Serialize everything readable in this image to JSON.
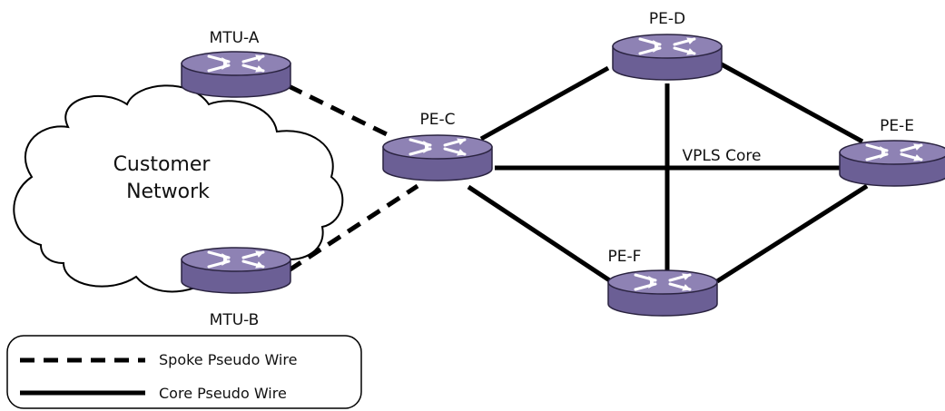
{
  "diagram": {
    "nodes": {
      "mtu_a": "MTU-A",
      "mtu_b": "MTU-B",
      "pe_c": "PE-C",
      "pe_d": "PE-D",
      "pe_e": "PE-E",
      "pe_f": "PE-F"
    },
    "cloud": {
      "line1": "Customer",
      "line2": "Network"
    },
    "core_label": "VPLS Core",
    "links": [
      {
        "from": "MTU-A",
        "to": "PE-C",
        "type": "spoke"
      },
      {
        "from": "MTU-B",
        "to": "PE-C",
        "type": "spoke"
      },
      {
        "from": "PE-C",
        "to": "PE-D",
        "type": "core"
      },
      {
        "from": "PE-C",
        "to": "PE-E",
        "type": "core"
      },
      {
        "from": "PE-C",
        "to": "PE-F",
        "type": "core"
      },
      {
        "from": "PE-D",
        "to": "PE-E",
        "type": "core"
      },
      {
        "from": "PE-D",
        "to": "PE-F",
        "type": "core"
      },
      {
        "from": "PE-E",
        "to": "PE-F",
        "type": "core"
      }
    ],
    "legend": {
      "spoke": "Spoke Pseudo Wire",
      "core": "Core Pseudo Wire"
    },
    "colors": {
      "router_top": "#8e82b4",
      "router_side": "#6b5f95",
      "router_outline": "#2a2340",
      "router_arrows": "#ffffff",
      "line": "#000000"
    },
    "icon": "router-icon"
  }
}
